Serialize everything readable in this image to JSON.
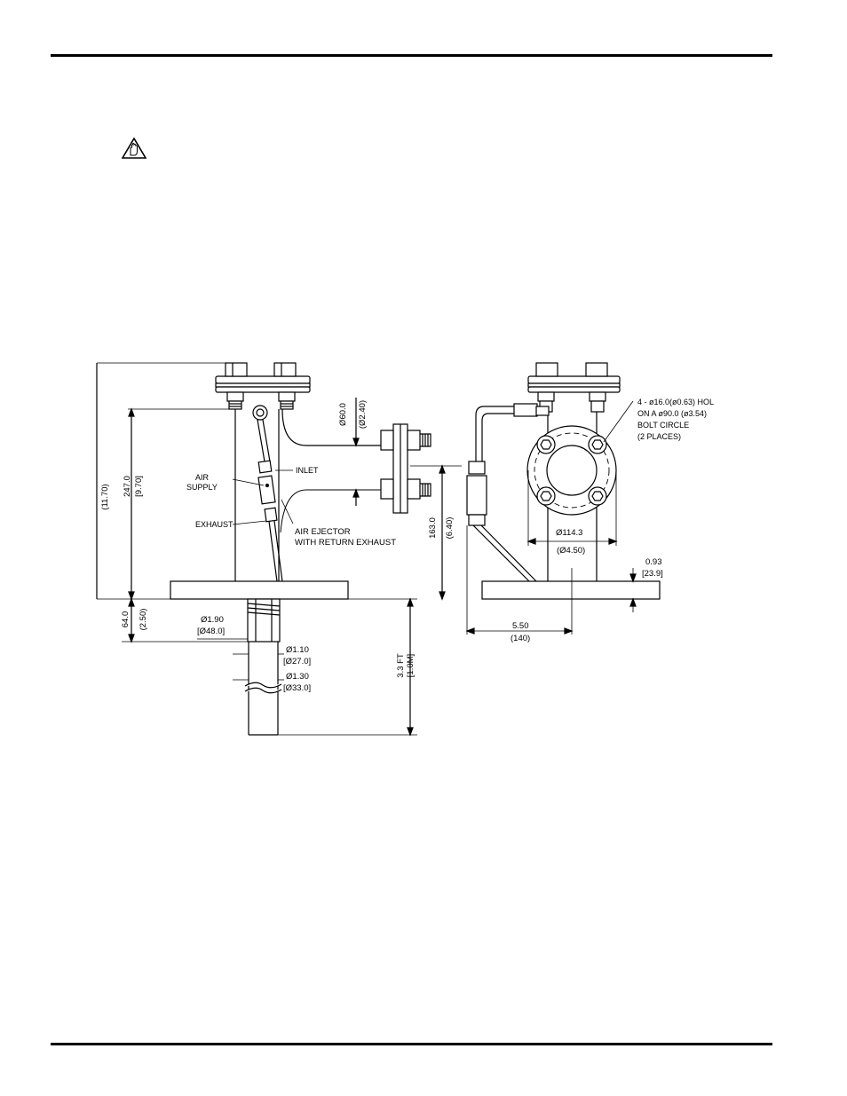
{
  "page": {
    "warning_icon": "warning-hand-icon"
  },
  "drawing": {
    "left_view": {
      "callouts": {
        "inlet": "INLET",
        "air_supply_1": "AIR",
        "air_supply_2": "SUPPLY",
        "exhaust": "EXHAUST",
        "ejector_1": "AIR EJECTOR",
        "ejector_2": "WITH RETURN EXHAUST"
      },
      "dims": {
        "overall_in": "(11.70)",
        "height_mm": "247.0",
        "height_in": "[9.70]",
        "port_dia_mm": "Ø60.0",
        "port_dia_in": "(Ø2.40)",
        "port_height_mm": "163.0",
        "port_height_in": "(6.40)",
        "thread_len_mm": "64.0",
        "thread_len_in": "(2.50)",
        "hex_in": "Ø1.90",
        "hex_mm": "[Ø48.0]",
        "tube1_in": "Ø1.10",
        "tube1_mm": "[Ø27.0]",
        "tube2_in": "Ø1.30",
        "tube2_mm": "[Ø33.0]",
        "probe_ft": "3.3 FT",
        "probe_m": "[1.0M]"
      }
    },
    "right_view": {
      "note": [
        "4 - ø16.0(ø0.63) HOL",
        "ON A ø90.0 (ø3.54)",
        "BOLT CIRCLE",
        "(2 PLACES)"
      ],
      "dims": {
        "flange_mm": "Ø114.3",
        "flange_in": "(Ø4.50)",
        "thick_in": "0.93",
        "thick_mm": "[23.9]",
        "offset_in": "5.50",
        "offset_mm": "(140)"
      }
    }
  }
}
